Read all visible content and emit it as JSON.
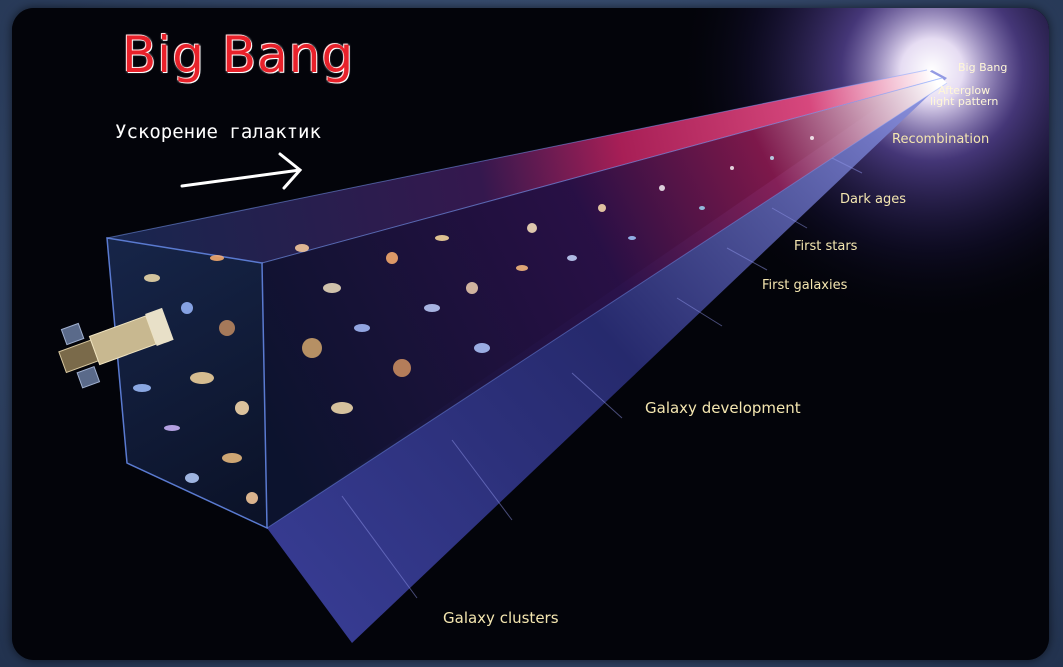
{
  "title": "Big Bang",
  "subtitle": "Ускорение галактик",
  "epochs": {
    "big_bang": "Big Bang",
    "afterglow_line1": "Afterglow",
    "afterglow_line2": "light pattern",
    "recombination": "Recombination",
    "dark_ages": "Dark ages",
    "first_stars": "First stars",
    "first_galaxies": "First galaxies",
    "galaxy_development": "Galaxy development",
    "galaxy_clusters": "Galaxy clusters"
  },
  "colors": {
    "title": "#e8212a",
    "labels": "#f4e6b0",
    "background": "#03040a",
    "frame": "#3d5270",
    "timeline": "#4a4fb0"
  },
  "icons": {
    "telescope": "hubble-telescope-icon",
    "arrow": "arrow-right-icon"
  }
}
